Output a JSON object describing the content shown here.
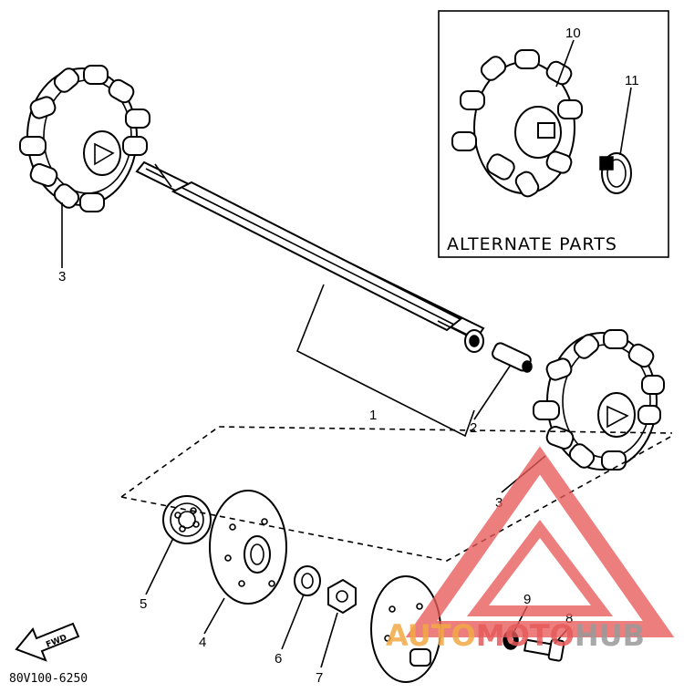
{
  "diagram": {
    "callouts": [
      {
        "id": "c1",
        "text": "1"
      },
      {
        "id": "c2",
        "text": "2"
      },
      {
        "id": "c3a",
        "text": "3"
      },
      {
        "id": "c3b",
        "text": "3"
      },
      {
        "id": "c4",
        "text": "4"
      },
      {
        "id": "c5",
        "text": "5"
      },
      {
        "id": "c6",
        "text": "6"
      },
      {
        "id": "c7",
        "text": "7"
      },
      {
        "id": "c8",
        "text": "8"
      },
      {
        "id": "c9",
        "text": "9"
      },
      {
        "id": "c10",
        "text": "10"
      },
      {
        "id": "c11",
        "text": "11"
      }
    ],
    "alternate_parts_label": "ALTERNATE PARTS",
    "fwd_label": "FWD",
    "drawing_code": "80V100-6250"
  },
  "watermark": {
    "text_a": "AUTO",
    "text_b": "MOTO",
    "text_c": "HUB",
    "color_red": "#e85a5a",
    "color_orange": "#f2a944",
    "color_gray": "#9a9a9a"
  }
}
